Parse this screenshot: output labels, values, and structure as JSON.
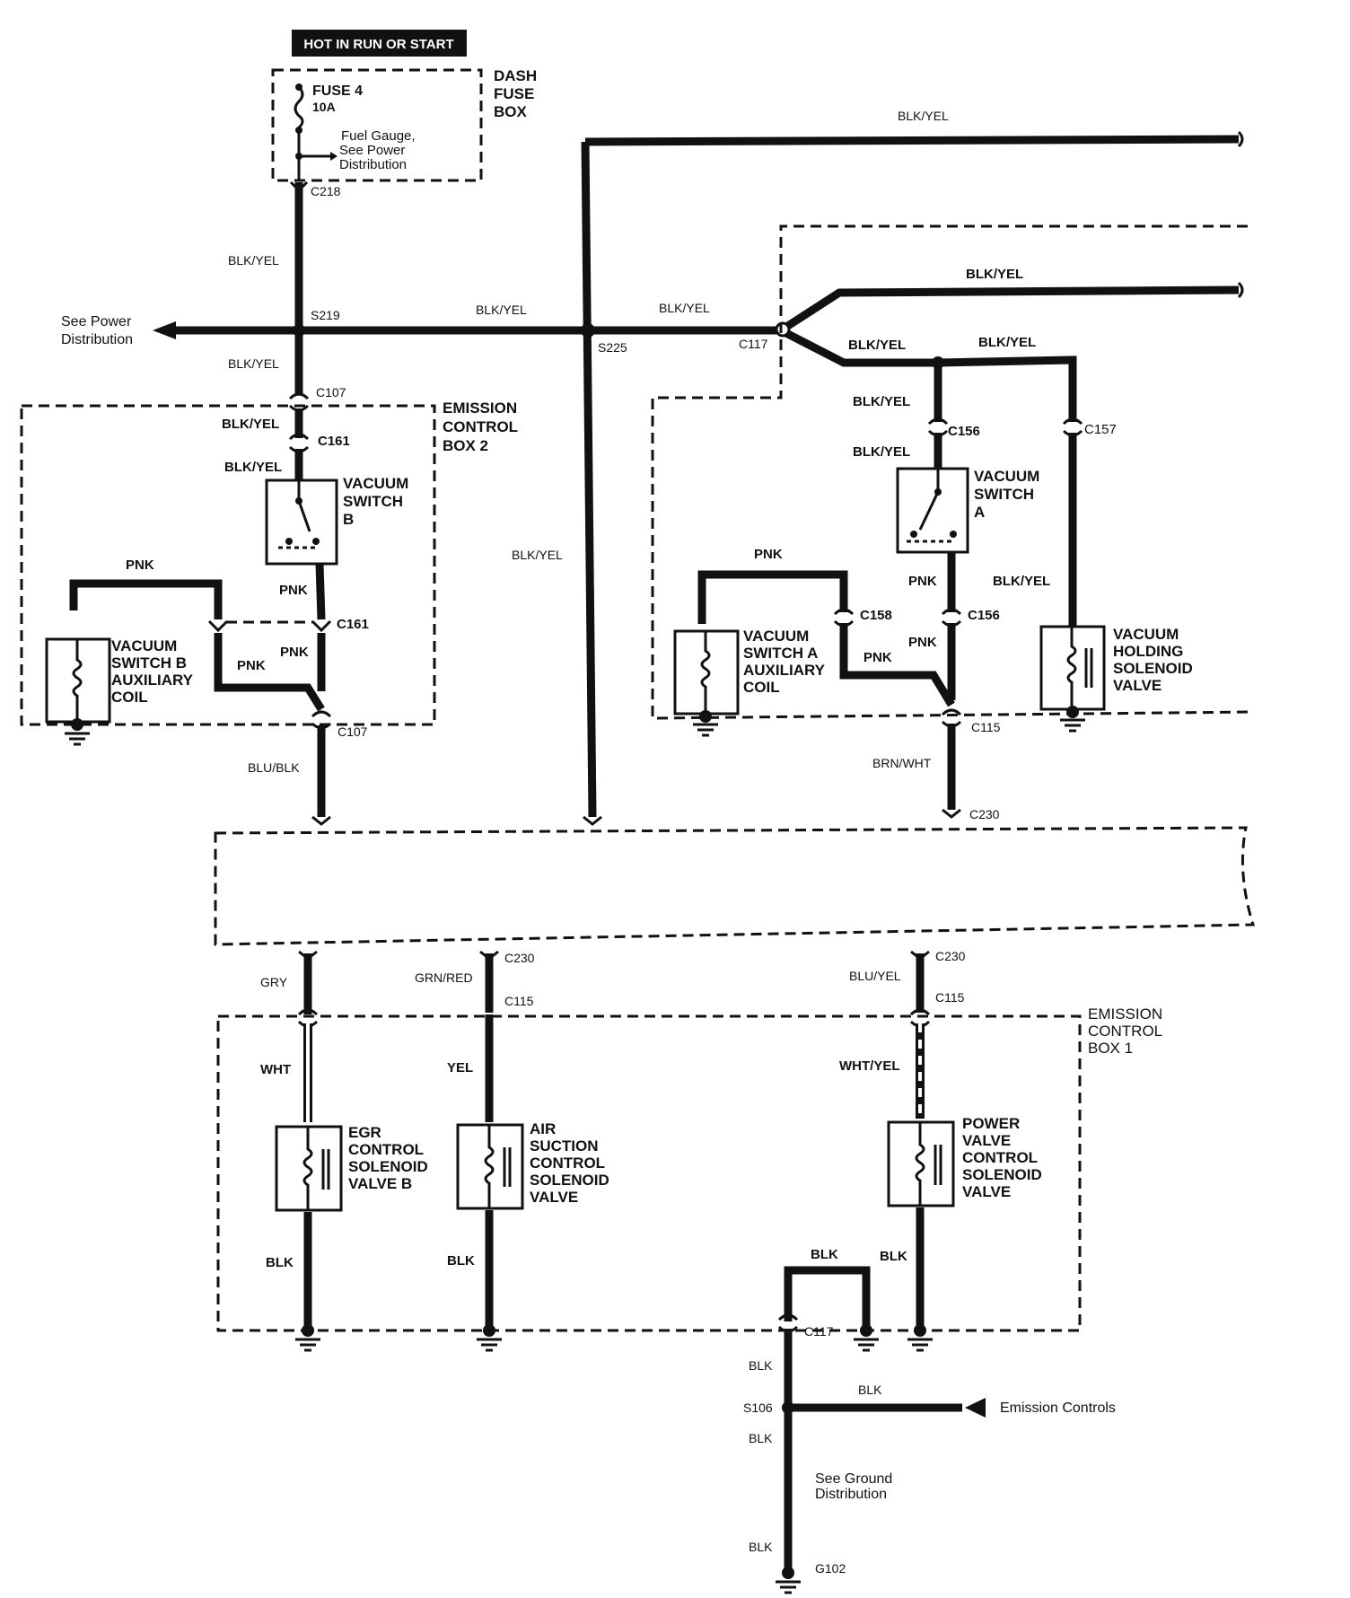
{
  "banner": {
    "label": "HOT IN RUN OR START"
  },
  "dash_fuse_box": {
    "title_lines": [
      "DASH",
      "FUSE",
      "BOX"
    ],
    "fuse_name": "FUSE 4",
    "fuse_rating": "10A",
    "tap_note_lines": [
      "Fuel Gauge,",
      "See Power",
      "Distribution"
    ],
    "connector": "C218"
  },
  "see_power_lines": [
    "See Power",
    "Distribution"
  ],
  "splices": {
    "s219": "S219",
    "s225": "S225",
    "s106": "S106"
  },
  "wires": {
    "blk_yel": "BLK/YEL",
    "pnk": "PNK",
    "blu_blk": "BLU/BLK",
    "brn_wht": "BRN/WHT",
    "gry": "GRY",
    "grn_red": "GRN/RED",
    "blu_yel": "BLU/YEL",
    "wht": "WHT",
    "yel": "YEL",
    "wht_yel": "WHT/YEL",
    "blk": "BLK"
  },
  "connectors": {
    "c107": "C107",
    "c161": "C161",
    "c117": "C117",
    "c156": "C156",
    "c157": "C157",
    "c158": "C158",
    "c115": "C115",
    "c230": "C230",
    "g102": "G102"
  },
  "emission_box_2": {
    "title_lines": [
      "EMISSION",
      "CONTROL",
      "BOX 2"
    ]
  },
  "emission_box_1": {
    "title_lines": [
      "EMISSION",
      "CONTROL",
      "BOX 1"
    ]
  },
  "components": {
    "vacuum_switch_b": [
      "VACUUM",
      "SWITCH",
      "B"
    ],
    "vacuum_switch_b_aux": [
      "VACUUM",
      "SWITCH B",
      "AUXILIARY",
      "COIL"
    ],
    "vacuum_switch_a": [
      "VACUUM",
      "SWITCH",
      "A"
    ],
    "vacuum_switch_a_aux": [
      "VACUUM",
      "SWITCH A",
      "AUXILIARY",
      "COIL"
    ],
    "vacuum_holding": [
      "VACUUM",
      "HOLDING",
      "SOLENOID",
      "VALVE"
    ],
    "egr": [
      "EGR",
      "CONTROL",
      "SOLENOID",
      "VALVE B"
    ],
    "air_suction": [
      "AIR",
      "SUCTION",
      "CONTROL",
      "SOLENOID",
      "VALVE"
    ],
    "power_valve": [
      "POWER",
      "VALVE",
      "CONTROL",
      "SOLENOID",
      "VALVE"
    ]
  },
  "emission_controls": "Emission Controls",
  "see_ground_lines": [
    "See Ground",
    "Distribution"
  ]
}
